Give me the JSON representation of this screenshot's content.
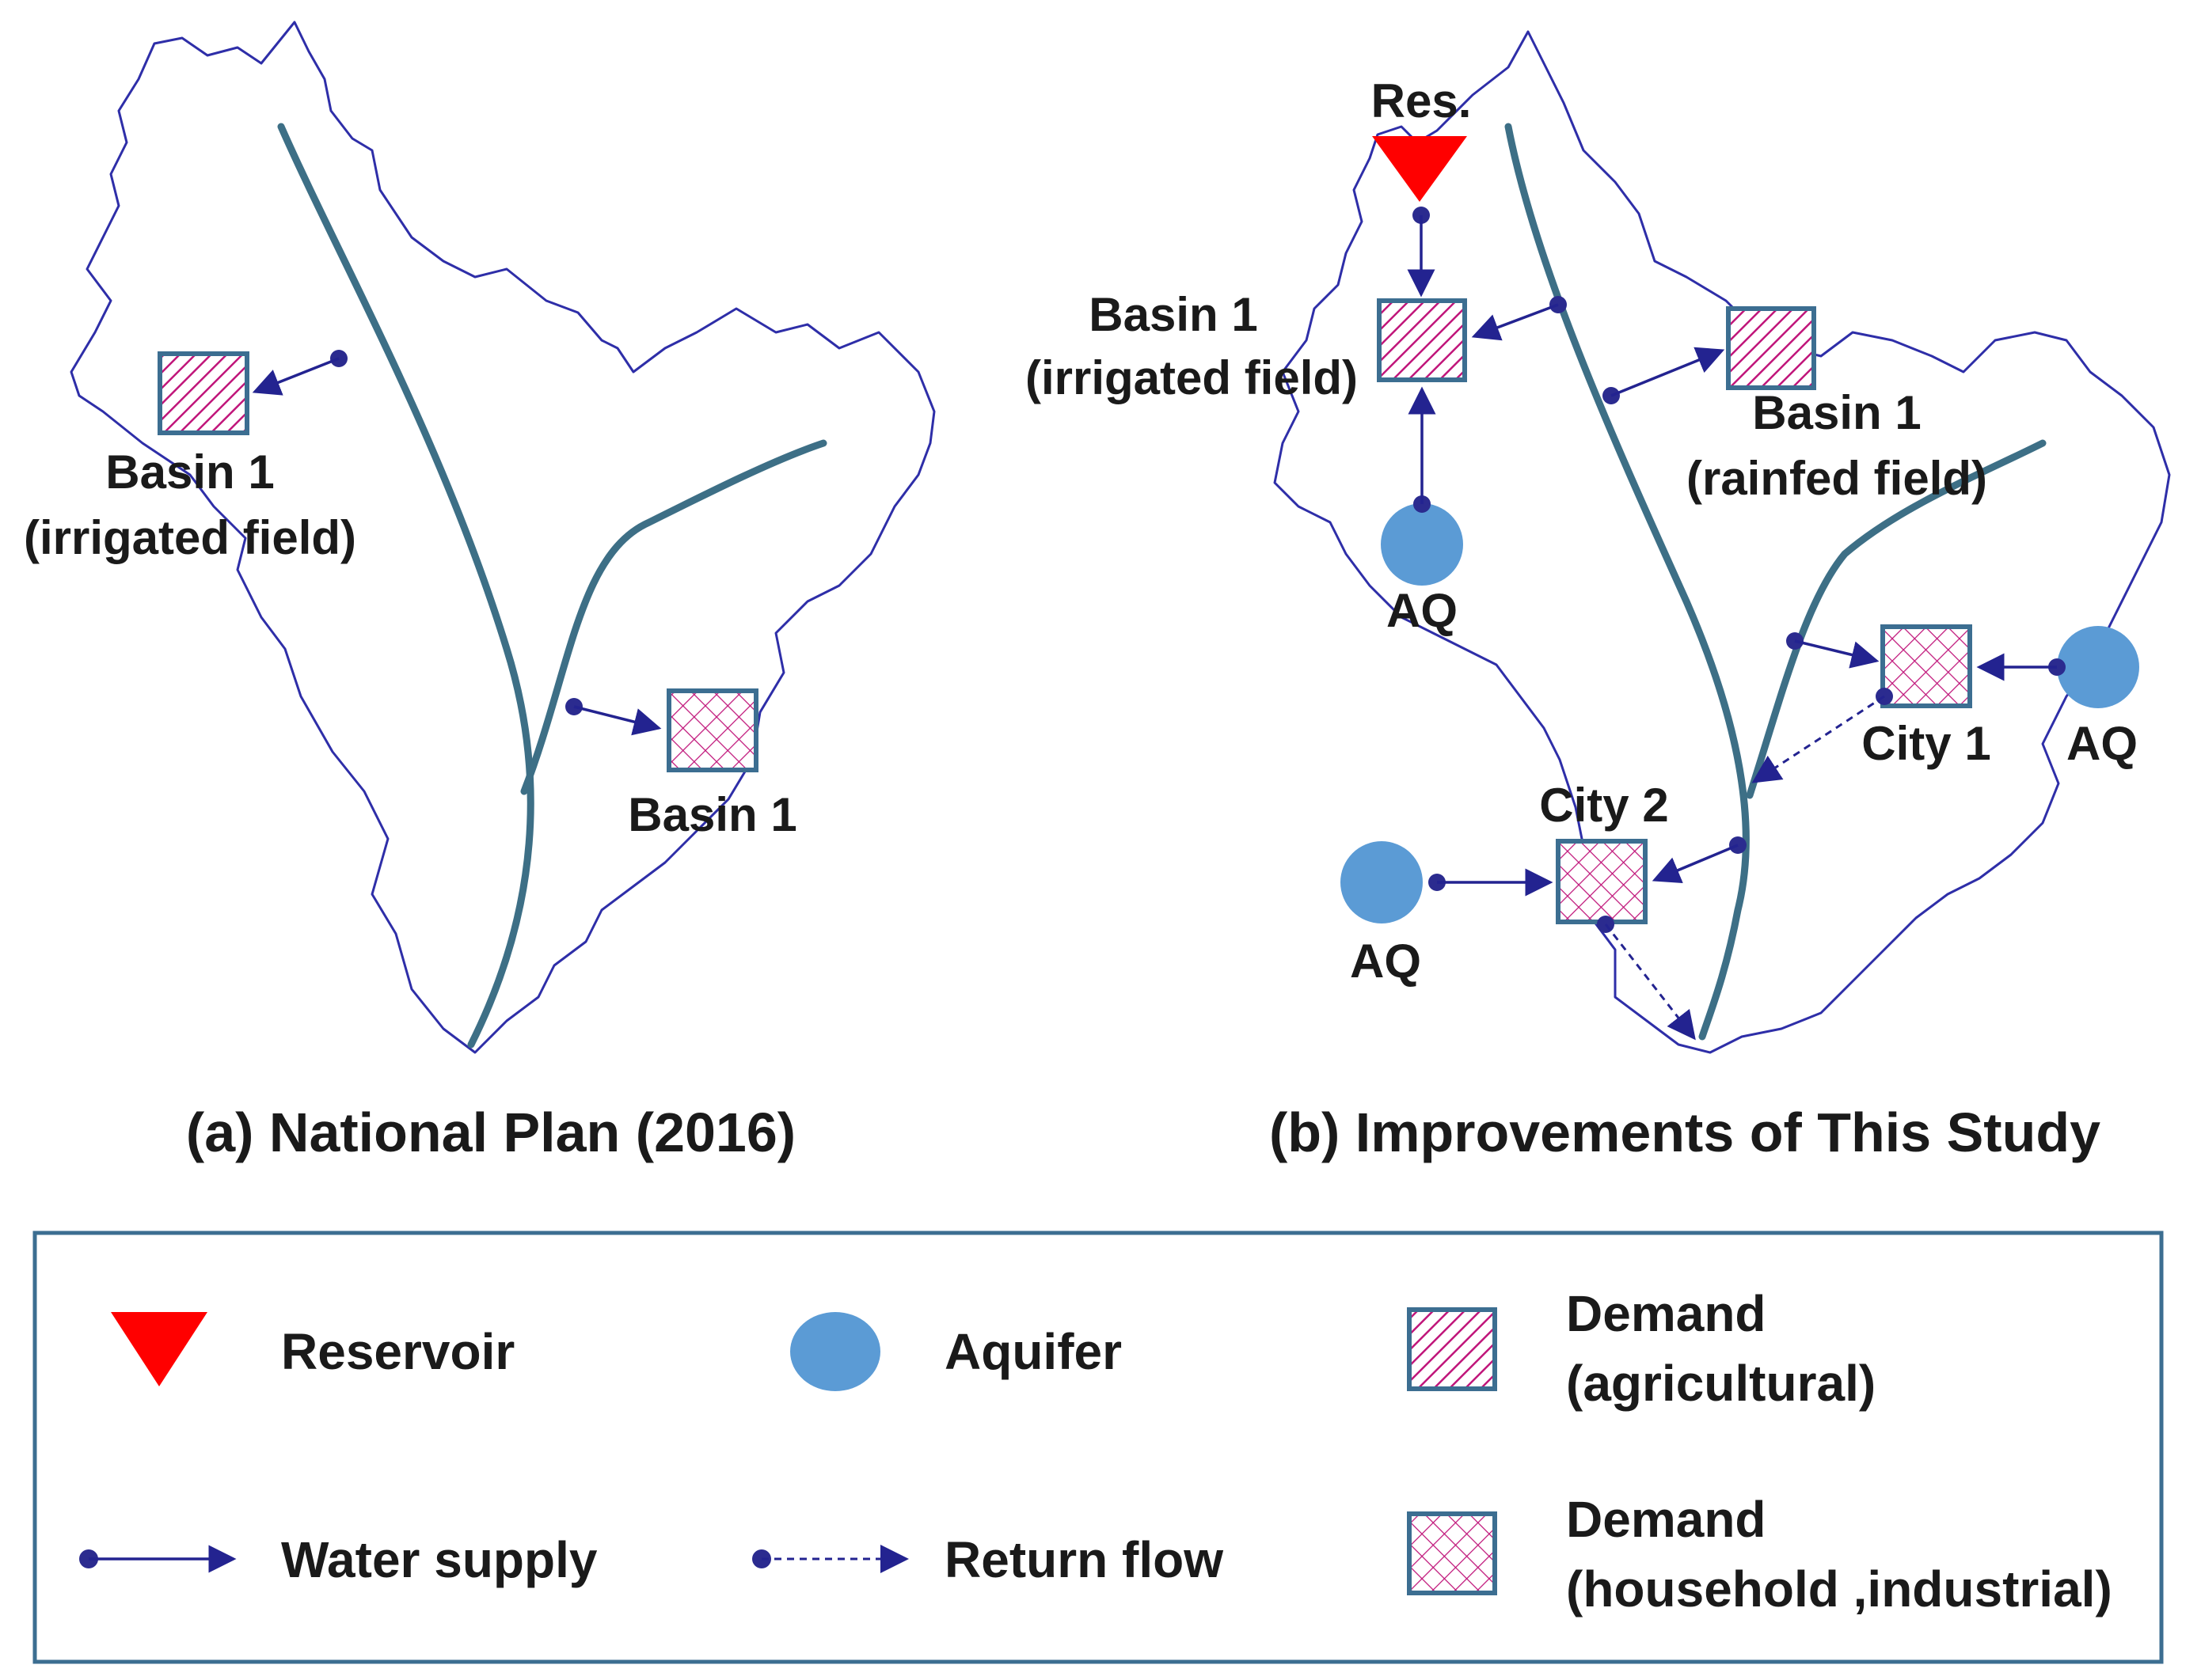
{
  "panel_a": {
    "irrigated_title": "Basin 1",
    "irrigated_sub": "(irrigated field)",
    "household_title": "Basin 1",
    "caption": "(a) National Plan (2016)"
  },
  "panel_b": {
    "reservoir_label": "Res.",
    "irrigated_title": "Basin 1",
    "irrigated_sub": "(irrigated field)",
    "rainfed_title": "Basin 1",
    "rainfed_sub": "(rainfed field)",
    "aquifer_label": "AQ",
    "city1_label": "City 1",
    "city2_label": "City 2",
    "caption": "(b) Improvements of This Study"
  },
  "legend": {
    "reservoir": "Reservoir",
    "aquifer": "Aquifer",
    "demand_agri_line1": "Demand",
    "demand_agri_line2": "(agricultural)",
    "water_supply": "Water supply",
    "return_flow": "Return flow",
    "demand_house_line1": "Demand",
    "demand_house_line2": "(household ,industrial)"
  },
  "colors": {
    "reservoir": "#ff0000",
    "aquifer": "#5b9bd5",
    "river": "#3d6f86",
    "flow": "#232390",
    "demand_hatch": "#c0157a",
    "basin_outline": "#2e2ea8"
  }
}
